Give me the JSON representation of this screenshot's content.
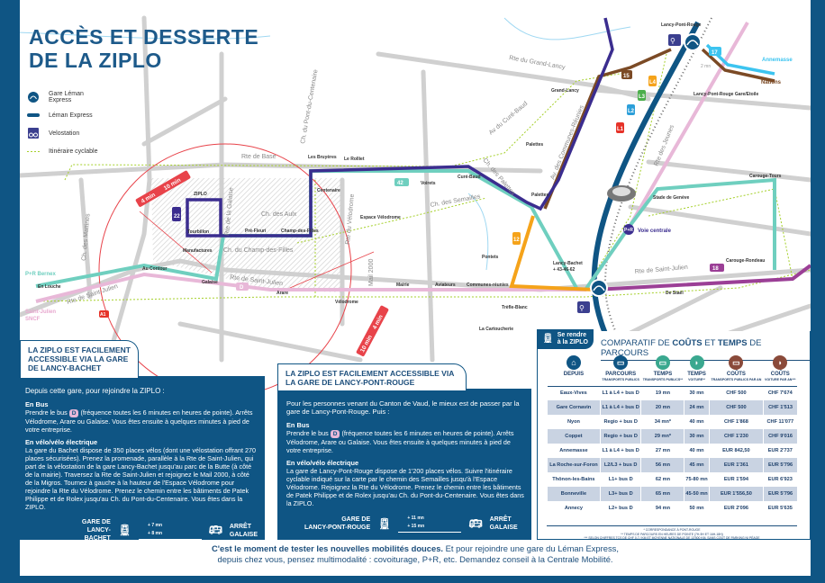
{
  "header": {
    "title_line1": "ACCÈS ET DESSERTE",
    "title_line2_prefix": "DE ",
    "title_line2_bold": "LA ZIPLO"
  },
  "legend": [
    {
      "icon": "leman-express-station-icon",
      "label": "Gare Léman Express"
    },
    {
      "icon": "leman-express-line-icon",
      "label": "Léman Express"
    },
    {
      "icon": "velostation-icon",
      "label": "Velostation"
    },
    {
      "icon": "bike-route-icon",
      "label": "Itinéraire cyclable"
    }
  ],
  "colors": {
    "navy": "#0f5584",
    "leman": "#0f5584",
    "bus22": "#3b2d8f",
    "bus42": "#6fcfbf",
    "busD": "#e8b8d8",
    "bus12": "#f5a31a",
    "bus18": "#9b3f96",
    "bus15": "#7b4a25",
    "bus17": "#3cc4f0",
    "L1": "#e63329",
    "L2": "#2c9fd9",
    "L3": "#4cae4c",
    "L4": "#f5a31a",
    "bike": "#a5d02a",
    "zone": "#e8434a"
  },
  "map": {
    "roads": [
      "Rte de Base",
      "Rte du Grand-Lancy",
      "Av du Curé-Baud",
      "Ch. du Pont-du-Centenaire",
      "Ch. des Mattines",
      "Rte de Saint-Julien",
      "Rte de Saint-Julien",
      "Rte de Saint-Julien",
      "Ch. des Aulx",
      "Ch. du Champ-des-Filles",
      "Rte de la Galaise",
      "Rte du Vélodrome",
      "Mail 2000",
      "Ch. des Semailles",
      "Ch. des Palettes",
      "Av. des Communes-Réunies",
      "Rte des Jeunes"
    ],
    "stops": [
      "ZIPLO",
      "Tourbillon",
      "Manufactures",
      "Pré-Fleuri",
      "Champ-des-Filles",
      "Centenaire",
      "Les Bruyères",
      "Le Rolliet",
      "Voirets",
      "Curé-Baud",
      "Palettes",
      "Pontets",
      "Au Contour",
      "Galaise",
      "Arare",
      "Vélodrome",
      "Mairie",
      "Aviateurs",
      "Communes-réunies",
      "Trèfle-Blanc",
      "La Cartoucherie",
      "En Louche",
      "Espace Vélodrome",
      "Grand-Lancy",
      "Lancy-Pont-Rouge",
      "Lancy-Pont-Rouge Gare/Etoile",
      "Lancy-Bachet",
      "+ 43-46-62",
      "Stade de Genève",
      "Carouge-Tours",
      "Carouge-Rondeau",
      "De Staël",
      "Lancy-Pont-Rouge"
    ],
    "places": [
      "P+R Bernex",
      "Saint-Julien",
      "SNCF",
      "Annemasse",
      "Nations",
      "Voie centrale",
      "P+R"
    ],
    "lines": [
      "22",
      "42",
      "D",
      "12",
      "18",
      "15",
      "17",
      "L1",
      "L2",
      "L3",
      "L4",
      "A1"
    ],
    "zone_times": [
      "4 min",
      "10 min",
      "10 min",
      "4 min"
    ],
    "walk": "2 mn"
  },
  "bachet": {
    "tab": [
      "LA ZIPLO EST ",
      "FACILEMENT ACCESSIBLE",
      " VIA LA GARE DE LANCY-BACHET"
    ],
    "intro": "Depuis cette gare, pour rejoindre la ZIPLO :",
    "bus_title": "En Bus",
    "bus_pre": "Prendre le bus ",
    "bus_line": "D",
    "bus_post": " (fréquence toutes les 6 minutes en heures de pointe). Arrêts Vélodrome, Arare ou Galaise. Vous êtes ensuite à quelques minutes à pied de votre entreprise.",
    "bike_title": "En vélo/vélo électrique",
    "bike_text": "La gare du Bachet dispose de 350 places vélos (dont une vélostation offrant 270 places sécurisées). Prenez la promenade, parallèle à la Rte de Saint-Julien, qui part de la vélostation de la gare Lancy-Bachet jusqu'au parc de la Butte (à côté de la mairie). Traversez la Rte de Saint-Julien et rejoignez le Mail 2000, à côté de la Migros. Tournez à gauche à la hauteur de l'Espace Vélodrome pour rejoindre la Rte du Vélodrome. Prenez le chemin entre les bâtiments de Patek Philippe et de Rolex jusqu'au Ch. du Pont-du-Centenaire. Vous êtes dans la ZIPLO.",
    "from": [
      "GARE DE",
      "LANCY-BACHET"
    ],
    "bus_time": "+ 7 mn",
    "walk_time": "+ 8 mn",
    "to": [
      "ARRÊT",
      "GALAISE"
    ]
  },
  "pontrouge": {
    "tab": [
      "LA ZIPLO EST ",
      "FACILEMENT ACCESSIBLE",
      " VIA LA GARE DE LANCY-PONT-ROUGE"
    ],
    "intro": "Pour les personnes venant du Canton de Vaud, le mieux est de passer par la gare de Lancy-Pont-Rouge. Puis :",
    "bus_title": "En Bus",
    "bus_pre": "Prendre le bus ",
    "bus_line": "D",
    "bus_post": " (fréquence toutes les 6 minutes en heures de pointe). Arrêts Vélodrome, Arare ou Galaise. Vous êtes ensuite à quelques minutes à pied de votre entreprise.",
    "bike_title": "En vélo/vélo électrique",
    "bike_text": "La gare de Lancy-Pont-Rouge dispose de 1'200 places vélos. Suivre l'itinéraire cyclable indiqué sur la carte par le chemin des Semailles jusqu'à l'Espace Vélodrome. Rejoignez la Rte du Vélodrome. Prenez le chemin entre les bâtiments de Patek Philippe et de Rolex jusqu'au Ch. du Pont-du-Centenaire. Vous êtes dans la ZIPLO.",
    "from": [
      "GARE DE",
      "LANCY-PONT-ROUGE"
    ],
    "bus_time": "+ 11 mn",
    "walk_time": "+ 15 mn",
    "to": [
      "ARRÊT",
      "GALAISE"
    ]
  },
  "comparison": {
    "badge": [
      "Se rendre",
      "à la ZIPLO"
    ],
    "title": [
      "COMPARATIF DE ",
      "COÛTS",
      " ET ",
      "TEMPS",
      " DE PARCOURS"
    ],
    "columns": [
      {
        "icon": "house-icon",
        "label": "DEPUIS",
        "sub": "",
        "color": "#0f5584"
      },
      {
        "icon": "bus-icon",
        "label": "PARCOURS",
        "sub": "TRANSPORTS PUBLICS",
        "color": "#0f5584"
      },
      {
        "icon": "bus-time-icon",
        "label": "TEMPS",
        "sub": "TRANSPORTS PUBLICS**",
        "color": "#3aa88f"
      },
      {
        "icon": "car-icon",
        "label": "TEMPS",
        "sub": "VOITURE**",
        "color": "#3aa88f"
      },
      {
        "icon": "bus-cost-icon",
        "label": "COÛTS",
        "sub": "TRANSPORTS PUBLICS PAR AN",
        "color": "#8a4a3a"
      },
      {
        "icon": "car-cost-icon",
        "label": "COÛTS",
        "sub": "VOITURE PAR AN***",
        "color": "#8a4a3a"
      }
    ],
    "rows": [
      [
        "Eaux-Vives",
        "L1 à L4 + bus D",
        "19 mn",
        "30 mn",
        "CHF 500",
        "CHF 7'674"
      ],
      [
        "Gare Cornavin",
        "L1 à L4 + bus D",
        "20 mn",
        "24 mn",
        "CHF 500",
        "CHF 1'513"
      ],
      [
        "Nyon",
        "Regio + bus D",
        "34 mn*",
        "40 mn",
        "CHF 1'868",
        "CHF 11'077"
      ],
      [
        "Coppet",
        "Regio + bus D",
        "29 mn*",
        "30 mn",
        "CHF 1'230",
        "CHF 9'016"
      ],
      [
        "Annemasse",
        "L1 à L4 + bus D",
        "27 mn",
        "40 mn",
        "EUR 842,50",
        "EUR 2'737"
      ],
      [
        "La Roche-sur-Foron",
        "L2/L3 + bus D",
        "56 mn",
        "45 mn",
        "EUR 1'361",
        "EUR 5'796"
      ],
      [
        "Thônon-les-Bains",
        "L1+ bus D",
        "62 mn",
        "75-80 mn",
        "EUR 1'594",
        "EUR 6'923"
      ],
      [
        "Bonneville",
        "L3+ bus D",
        "65 mn",
        "45-50 mn",
        "EUR 1'556,50",
        "EUR 5'796"
      ],
      [
        "Annecy",
        "L2+ bus D",
        "94 mn",
        "50 mn",
        "EUR 2'096",
        "EUR 5'635"
      ]
    ],
    "footnotes": [
      "* CORRESPONDANCE À PONT-ROUGE",
      "** TEMPS DE PARCOURS EN HEURES DE POINTE (7H-9H ET 16H-18H)",
      "*** SELON CHIFFRES TCS DE CHF 0,7 / KM ET MOYENNE NATIONALE DE 13'500 KM, SANS COÛT DE PARKING NI PÉAGE"
    ]
  },
  "banner": {
    "bold": "C'est le moment de tester les nouvelles mobilités douces.",
    "line1_rest": " Et pour rejoindre une gare du Léman Express,",
    "line2": "depuis chez vous, pensez multimodalité : covoiturage, P+R, etc. Demandez conseil à la Centrale Mobilité."
  }
}
